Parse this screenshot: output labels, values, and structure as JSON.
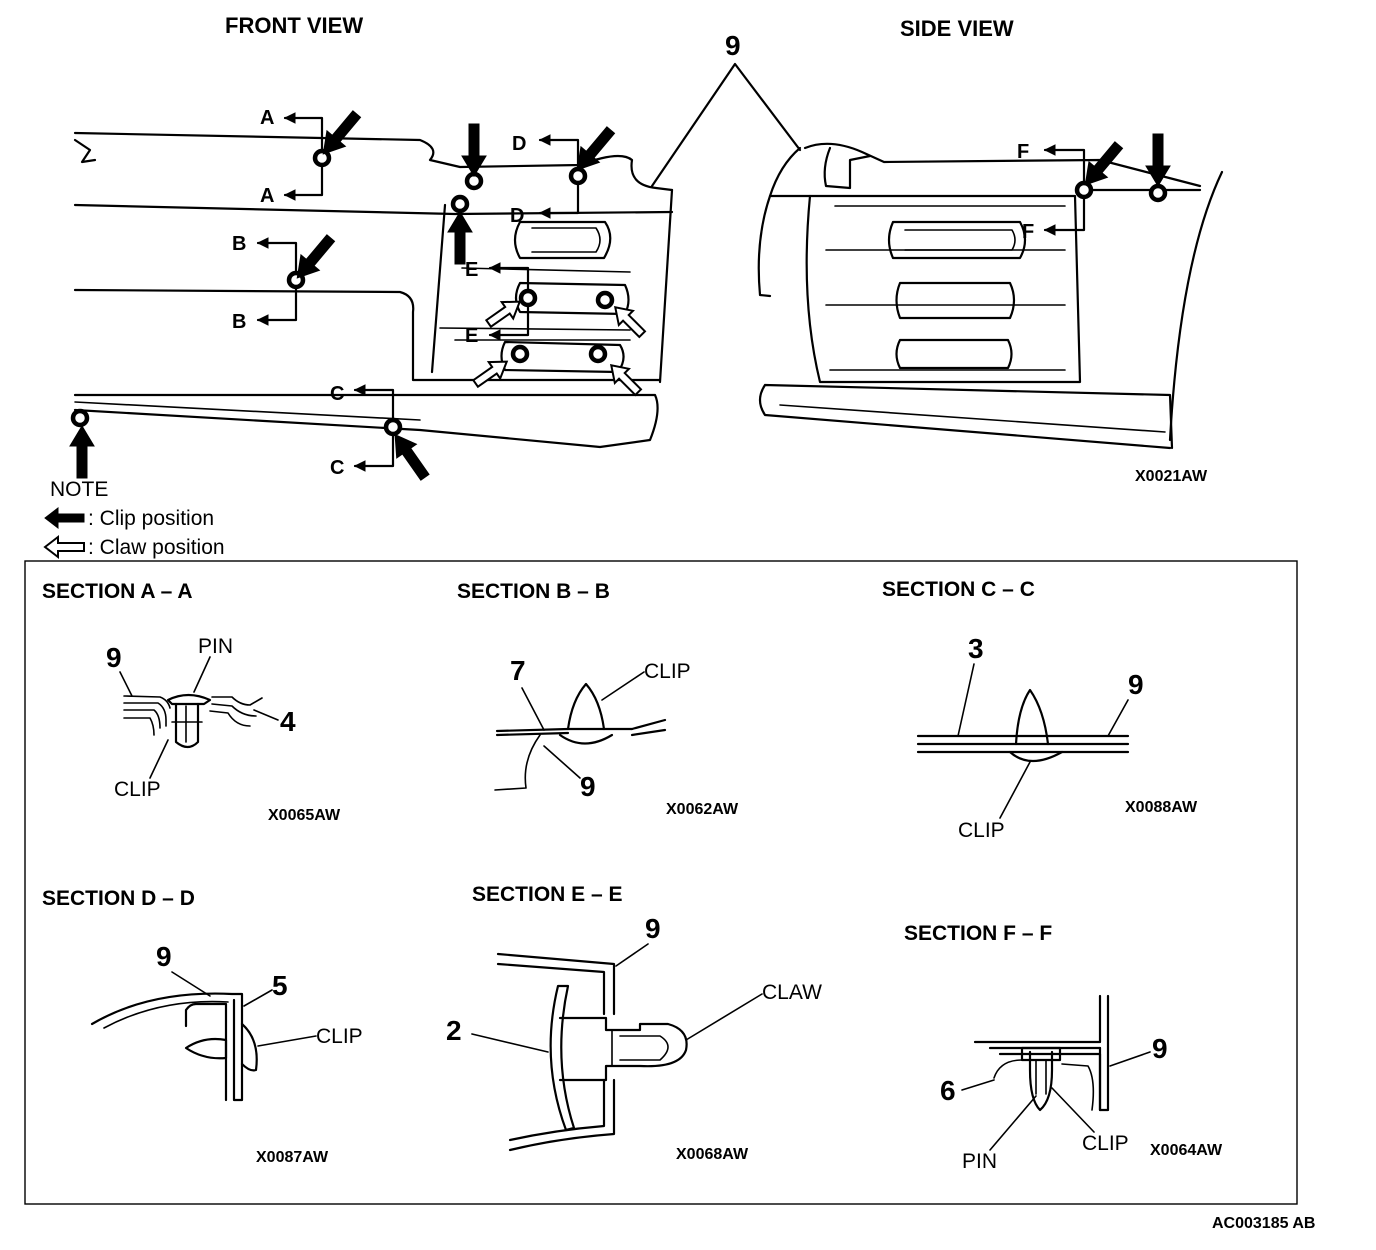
{
  "front_view": {
    "title": "FRONT VIEW",
    "section_marks": [
      "A",
      "A",
      "B",
      "B",
      "C",
      "C",
      "D",
      "D",
      "E",
      "E"
    ],
    "note": "NOTE"
  },
  "side_view": {
    "title": "SIDE VIEW",
    "section_marks": [
      "F",
      "F"
    ],
    "code": "X0021AW"
  },
  "callout_top": "9",
  "legend": {
    "clip": ": Clip position",
    "claw": ": Claw position"
  },
  "sections": {
    "a": {
      "title": "SECTION A – A",
      "labels": [
        "9",
        "PIN",
        "4",
        "CLIP"
      ],
      "code": "X0065AW"
    },
    "b": {
      "title": "SECTION B – B",
      "labels": [
        "7",
        "CLIP",
        "9"
      ],
      "code": "X0062AW"
    },
    "c": {
      "title": "SECTION C – C",
      "labels": [
        "3",
        "9",
        "CLIP"
      ],
      "code": "X0088AW"
    },
    "d": {
      "title": "SECTION D – D",
      "labels": [
        "9",
        "5",
        "CLIP"
      ],
      "code": "X0087AW"
    },
    "e": {
      "title": "SECTION E – E",
      "labels": [
        "9",
        "CLAW",
        "2"
      ],
      "code": "X0068AW"
    },
    "f": {
      "title": "SECTION F – F",
      "labels": [
        "9",
        "6",
        "PIN",
        "CLIP"
      ],
      "code": "X0064AW"
    }
  },
  "figure_code": "AC003185 AB"
}
